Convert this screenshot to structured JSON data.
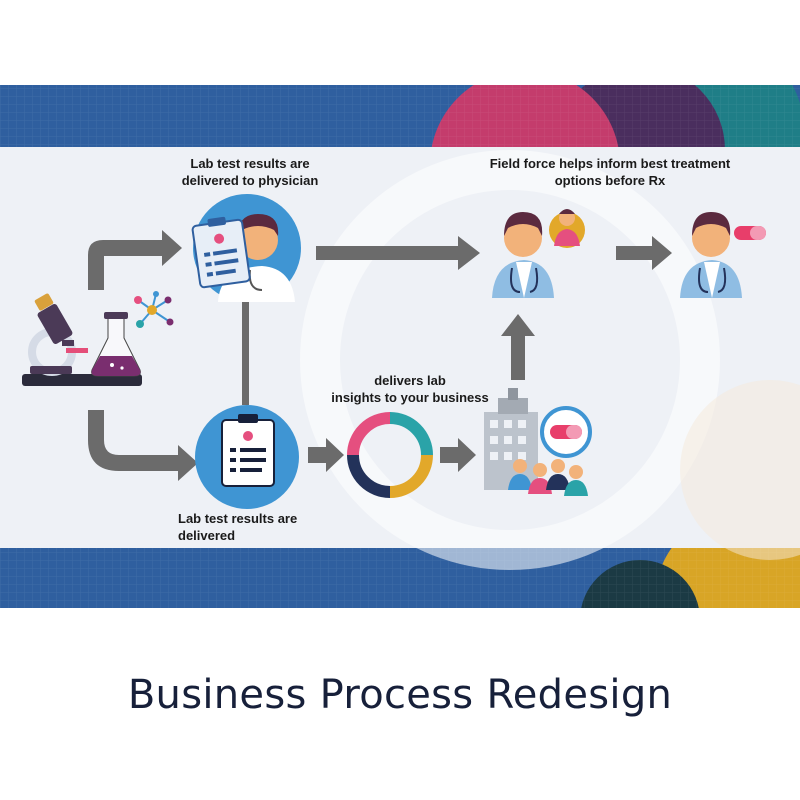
{
  "labels": {
    "physician_results": [
      "Lab test results are",
      "delivered to physician"
    ],
    "field_force": [
      "Field force helps inform best treatment",
      "options before Rx"
    ],
    "insights": [
      "delivers lab",
      "insights to your business"
    ],
    "results_delivered": [
      "Lab test results are",
      "delivered"
    ]
  },
  "caption": "Business Process Redesign",
  "colors": {
    "banner_blue": "#2f5f9f",
    "panel_bg": "#eef1f6",
    "arrow_gray": "#6b6b6b",
    "circle_blue": "#3f95d3",
    "skin": "#f2b27a",
    "hair": "#5b2a3f",
    "coat_blue": "#8fbde3",
    "pill_pink": "#e83e6a",
    "ring_pink": "#e54f7f",
    "ring_teal": "#2aa3a8",
    "ring_gold": "#e2a82a",
    "ring_navy": "#23325a",
    "caption_navy": "#17203a"
  },
  "icons": [
    "microscope-icon",
    "flask-icon",
    "molecule-icon",
    "clipboard-icon",
    "doctor-icon",
    "sales-rep-icon",
    "pill-icon",
    "donut-chart-icon",
    "building-icon",
    "team-icon"
  ]
}
